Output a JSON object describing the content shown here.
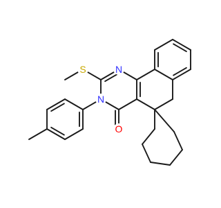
{
  "molecule": {
    "colors": {
      "bond": "#1a1a1a",
      "carbon": "#1a1a1a",
      "nitrogen": "#3030ff",
      "sulfur": "#c8a800",
      "oxygen": "#ff0000"
    },
    "atoms": {
      "n1": {
        "label": "N",
        "element": "nitrogen"
      },
      "n3": {
        "label": "N",
        "element": "nitrogen"
      },
      "s": {
        "label": "S",
        "element": "sulfur"
      },
      "o": {
        "label": "O",
        "element": "oxygen"
      }
    }
  }
}
